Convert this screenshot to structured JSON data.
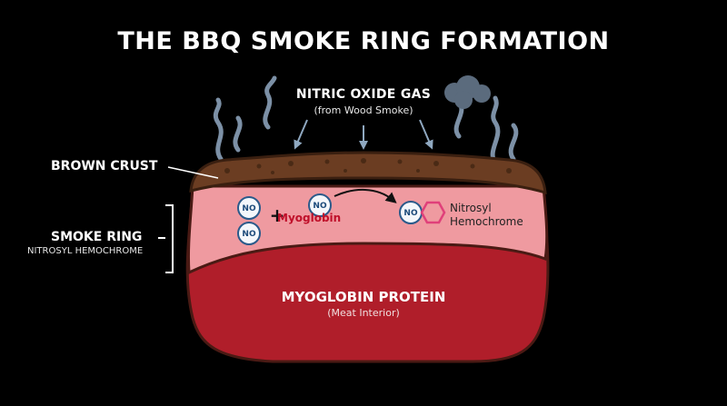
{
  "title": "THE BBQ SMOKE RING FORMATION",
  "gas": {
    "label": "NITRIC OXIDE GAS",
    "sublabel": "(from Wood Smoke)"
  },
  "labels": {
    "crust": "BROWN CRUST",
    "smoke_ring": "SMOKE RING",
    "smoke_ring_sub": "NITROSYL HEMOCHROME",
    "myoglobin": "Myoglobin",
    "nitrosyl_line1": "Nitrosyl",
    "nitrosyl_line2": "Hemochrome",
    "protein": "MYOGLOBIN PROTEIN",
    "interior": "(Meat Interior)"
  },
  "molecule": {
    "symbol": "NO",
    "plus": "+"
  },
  "colors": {
    "background": "#000000",
    "crust": "#6b3d22",
    "smoke_ring": "#ef9aa0",
    "meat_interior": "#b01e2a",
    "outline": "#4a1a14",
    "smoke": "#9fb4c8",
    "myoglobin_text": "#c0102a",
    "hexagon": "#e0407a"
  }
}
